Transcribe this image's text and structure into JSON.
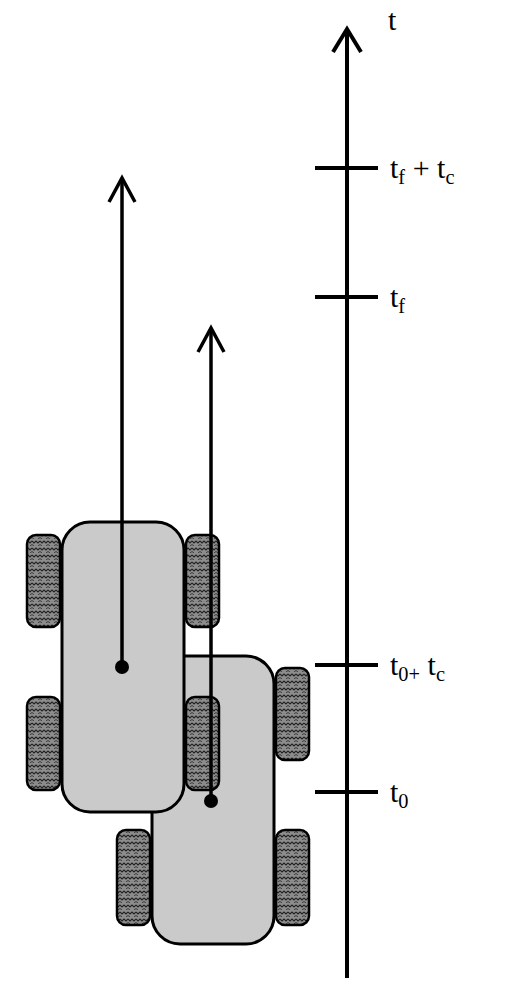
{
  "diagram": {
    "labels": [
      "t",
      "tf + tc",
      "tf",
      "t0+ tc",
      "t0"
    ]
  }
}
